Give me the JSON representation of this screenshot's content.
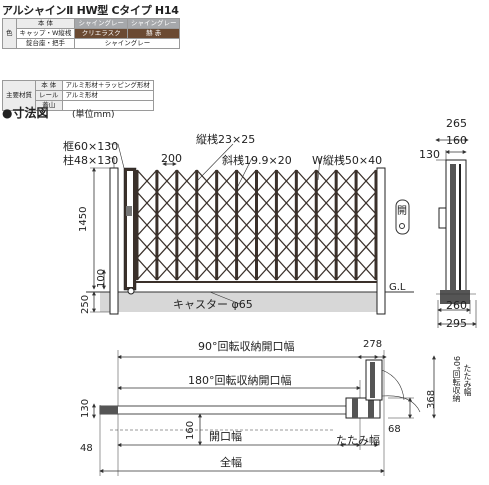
{
  "title": "アルシャインⅡ HW型 Cタイプ H14",
  "color_table": {
    "side_label": "色",
    "header": [
      "本 体",
      "シャイングレー",
      "シャイングレー"
    ],
    "rows": [
      [
        "キャップ・W縦桟",
        "クリエラスク",
        "赫 赤"
      ],
      [
        "錠台座・把手",
        "シャイングレー",
        ""
      ]
    ]
  },
  "material_table": {
    "label": "主要材質",
    "rows": [
      [
        "本 体",
        "アルミ形材＋ラッピング形材"
      ],
      [
        "レール",
        "アルミ形材"
      ],
      [
        "蓋山",
        ""
      ]
    ]
  },
  "section_title": "●寸法図",
  "section_unit": "(単位mm)",
  "front": {
    "frame": "框60×130",
    "post": "柱48×130",
    "pitch": "200",
    "vertical_bar": "縦桟23×25",
    "diagonal_bar": "斜桟19.9×20",
    "w_bar": "W縦桟50×40",
    "height": "1450",
    "sub_height": "100",
    "base": "250",
    "caster": "キャスター φ65",
    "ground": "G.L",
    "open_label": "開"
  },
  "side": {
    "top_width": "265",
    "cap_width": "160",
    "left_offset": "130",
    "base_width": "260",
    "bottom_width": "295"
  },
  "plan": {
    "rot90": "90°回転収納開口幅",
    "rot180": "180°回転収納開口幅",
    "dim278": "278",
    "rot90_fold_a": "90°回転収納",
    "rot90_fold_b": "たたみ幅",
    "dim368": "368",
    "dim130": "130",
    "dim160": "160",
    "dim68": "68",
    "dim48": "48",
    "opening": "開口幅",
    "folded": "たたみ幅",
    "overall": "全幅"
  }
}
